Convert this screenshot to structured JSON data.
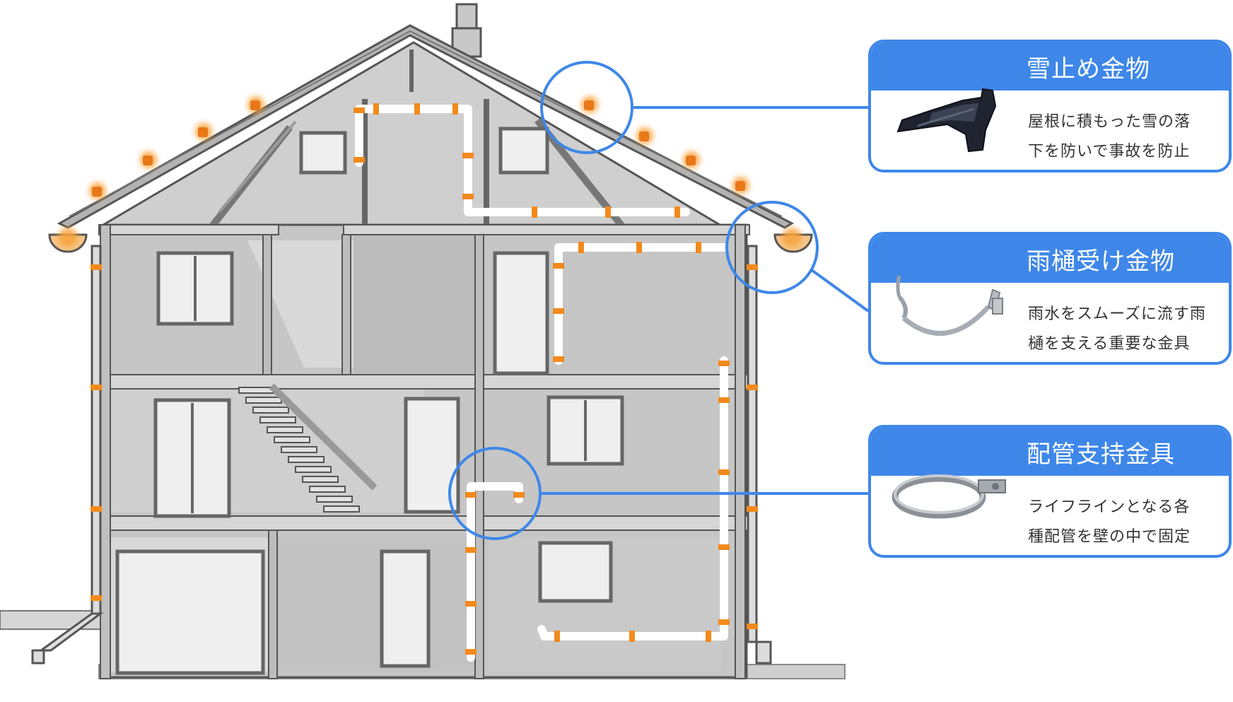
{
  "colors": {
    "accent_blue": "#3e87e9",
    "highlight_orange": "#f08a1c",
    "pipe_white": "#ffffff",
    "wall_gray": "#c4c4c4"
  },
  "callouts": [
    {
      "title": "雪止め金物",
      "lines": [
        "屋根に積もった雪の落",
        "下を防いで事故を防止"
      ],
      "icon": "snow-guard-bracket-icon"
    },
    {
      "title": "雨樋受け金物",
      "lines": [
        "雨水をスムーズに流す雨",
        "樋を支える重要な金具"
      ],
      "icon": "gutter-hanger-icon"
    },
    {
      "title": "配管支持金具",
      "lines": [
        "ライフラインとなる各",
        "種配管を壁の中で固定"
      ],
      "icon": "pipe-clamp-icon"
    }
  ]
}
